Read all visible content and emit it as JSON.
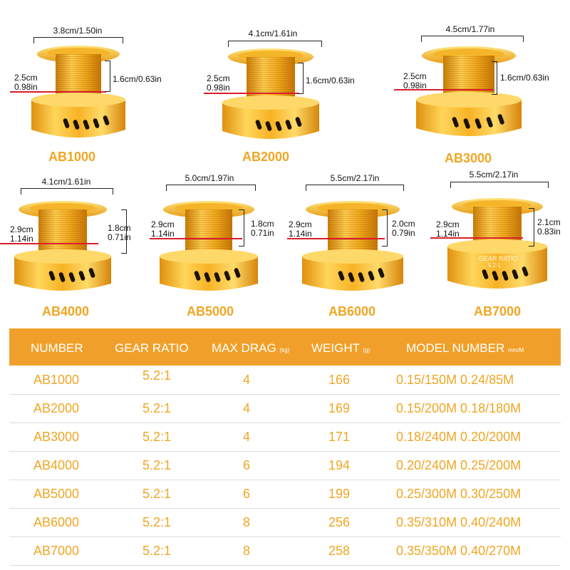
{
  "spools": [
    {
      "model": "AB1000",
      "top_dim": "3.8cm/1.50in",
      "left_dim_cm": "2.5cm",
      "left_dim_in": "0.98in",
      "right_dim": "1.6cm/0.63in"
    },
    {
      "model": "AB2000",
      "top_dim": "4.1cm/1.61in",
      "left_dim_cm": "2.5cm",
      "left_dim_in": "0.98in",
      "right_dim": "1.6cm/0.63in"
    },
    {
      "model": "AB3000",
      "top_dim": "4.5cm/1.77in",
      "left_dim_cm": "2.5cm",
      "left_dim_in": "0.98in",
      "right_dim": "1.6cm/0.63in"
    },
    {
      "model": "AB4000",
      "top_dim": "4.1cm/1.61in",
      "left_dim_cm": "2.9cm",
      "left_dim_in": "1.14in",
      "right_dim_cm": "1.8cm",
      "right_dim_in": "0.71in"
    },
    {
      "model": "AB5000",
      "top_dim": "5.0cm/1.97in",
      "left_dim_cm": "2.9cm",
      "left_dim_in": "1.14in",
      "right_dim_cm": "1.8cm",
      "right_dim_in": "0.71in"
    },
    {
      "model": "AB6000",
      "top_dim": "5.5cm/2.17in",
      "left_dim_cm": "2.9cm",
      "left_dim_in": "1.14in",
      "right_dim_cm": "2.0cm",
      "right_dim_in": "0.79in"
    },
    {
      "model": "AB7000",
      "top_dim": "5.5cm/2.17in",
      "left_dim_cm": "2.9cm",
      "left_dim_in": "1.14in",
      "right_dim_cm": "2.1cm",
      "right_dim_in": "0.83in",
      "engraving_title": "GEAR RATIO",
      "engraving_value": "5.2:1"
    }
  ],
  "table": {
    "headers": {
      "number": "NUMBER",
      "gear_ratio": "GEAR RATIO",
      "max_drag": "MAX DRAG",
      "max_drag_unit": "(kg)",
      "weight": "WEIGHT",
      "weight_unit": "(g)",
      "model_number": "MODEL NUMBER",
      "model_number_unit": "mm/M"
    },
    "rows": [
      {
        "number": "AB1000",
        "gear_ratio": "5.2:1",
        "max_drag": "4",
        "weight": "166",
        "line": "0.15/150M 0.24/85M"
      },
      {
        "number": "AB2000",
        "gear_ratio": "5.2:1",
        "max_drag": "4",
        "weight": "169",
        "line": "0.15/200M 0.18/180M"
      },
      {
        "number": "AB3000",
        "gear_ratio": "5.2:1",
        "max_drag": "4",
        "weight": "171",
        "line": "0.18/240M 0.20/200M"
      },
      {
        "number": "AB4000",
        "gear_ratio": "5.2:1",
        "max_drag": "6",
        "weight": "194",
        "line": "0.20/240M 0.25/200M"
      },
      {
        "number": "AB5000",
        "gear_ratio": "5.2:1",
        "max_drag": "6",
        "weight": "199",
        "line": "0.25/300M 0.30/250M"
      },
      {
        "number": "AB6000",
        "gear_ratio": "5.2:1",
        "max_drag": "8",
        "weight": "256",
        "line": "0.35/310M 0.40/240M"
      },
      {
        "number": "AB7000",
        "gear_ratio": "5.2:1",
        "max_drag": "8",
        "weight": "258",
        "line": "0.35/350M 0.40/270M"
      }
    ]
  },
  "colors": {
    "accent": "#f0a623",
    "header_bg": "#f0a02a",
    "dimension_red": "#d81e2a",
    "gold_light": "#ffd65a",
    "gold_dark": "#d98a0c"
  }
}
